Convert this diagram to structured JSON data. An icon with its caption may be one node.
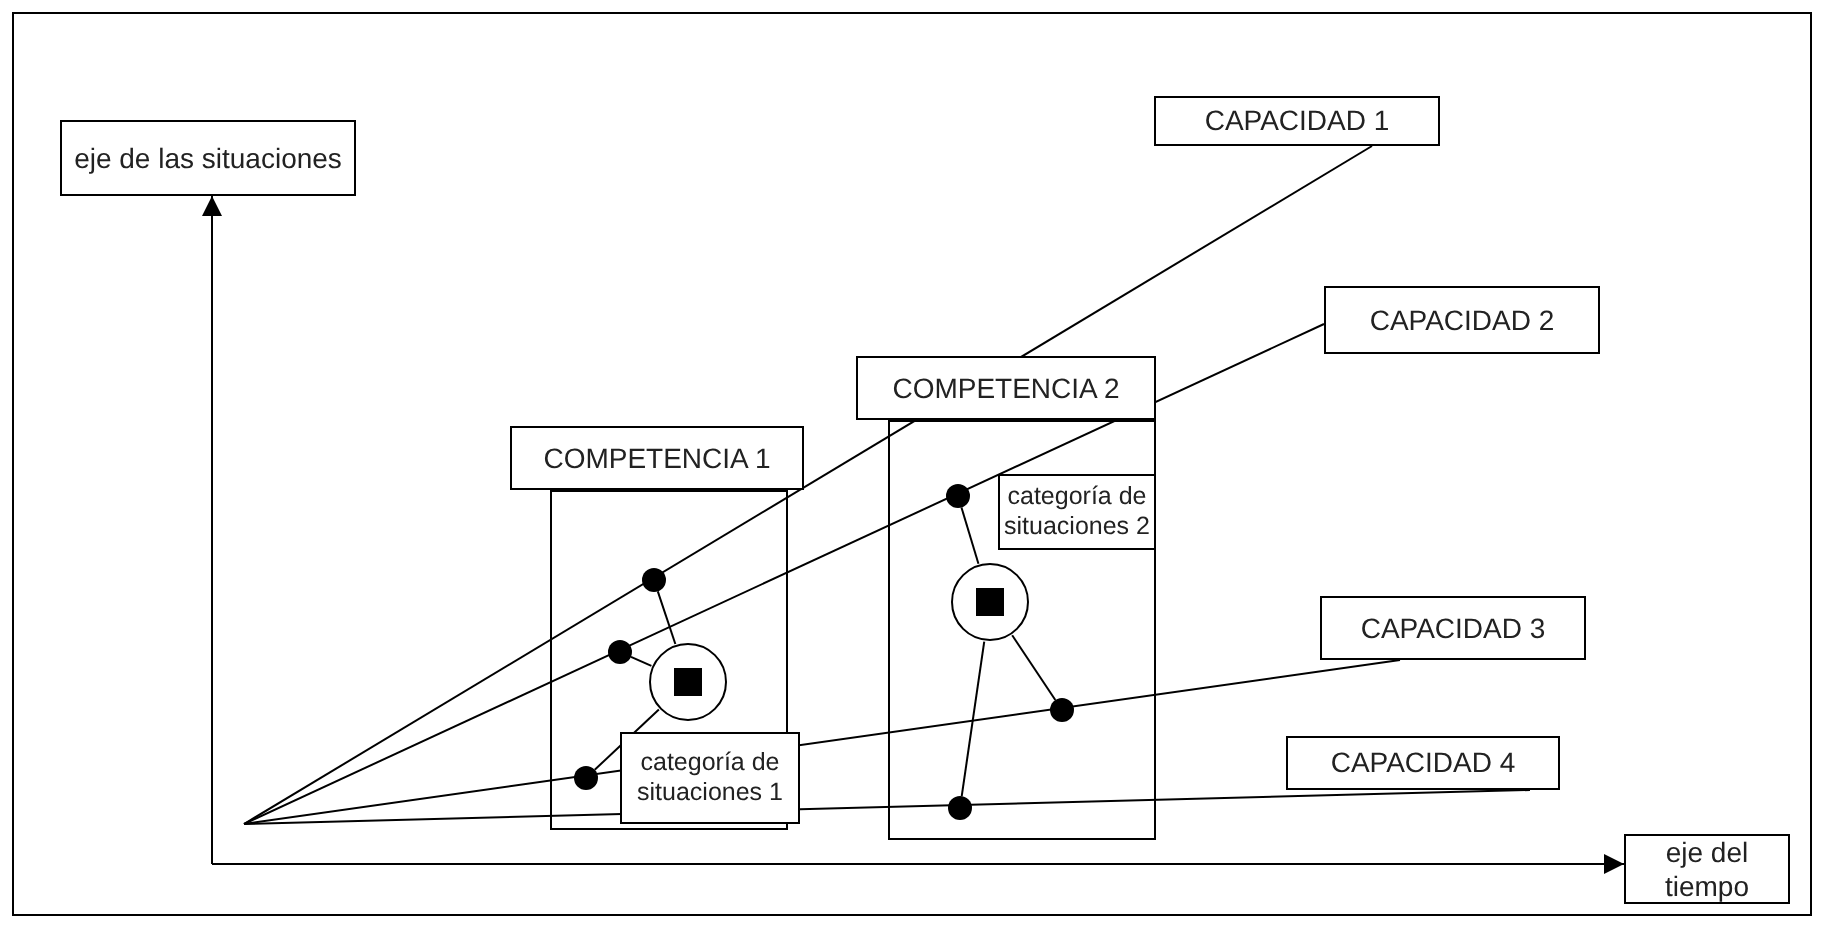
{
  "diagram": {
    "nodes": [
      {
        "text": [
          "eje de las situaciones"
        ]
      },
      {
        "text": [
          "CAPACIDAD 1"
        ]
      },
      {
        "text": [
          "CAPACIDAD 2"
        ]
      },
      {
        "text": [
          "COMPETENCIA 2"
        ]
      },
      {
        "text": [],
        "shape": "box"
      },
      {
        "text": [
          "COMPETENCIA 1"
        ]
      },
      {
        "text": [],
        "shape": "box"
      },
      {
        "text": [],
        "shape": "circle",
        "in": 4
      },
      {
        "text": [
          "categoría de situaciones 2"
        ],
        "in": 4
      },
      {
        "text": [],
        "shape": "circle",
        "in": 4
      },
      {
        "text": [],
        "shape": "circle",
        "in": 6
      },
      {
        "text": [
          "CAPACIDAD 3"
        ]
      },
      {
        "text": [],
        "shape": "circle",
        "in": 6
      },
      {
        "text": [],
        "shape": "circle",
        "in": 6
      },
      {
        "text": [],
        "shape": "circle",
        "in": 4
      },
      {
        "text": [
          "categoría de situaciones 1"
        ]
      },
      {
        "text": [
          "CAPACIDAD 4"
        ]
      },
      {
        "text": [],
        "shape": "circle",
        "in": 6
      },
      {
        "text": [],
        "shape": "circle",
        "in": 4
      },
      {
        "text": [
          "eje del tiempo"
        ]
      }
    ],
    "edges": [
      {
        "from": null,
        "to": 0,
        "arrow": "to"
      },
      {
        "from": null,
        "to": 19,
        "arrow": "to"
      },
      {
        "from": null,
        "to": 1,
        "arrow": "none"
      },
      {
        "from": null,
        "to": 2,
        "arrow": "none"
      },
      {
        "from": null,
        "to": 11,
        "arrow": "none"
      },
      {
        "from": null,
        "to": 16,
        "arrow": "none"
      },
      {
        "from": 13,
        "to": 10,
        "arrow": "none"
      },
      {
        "from": 13,
        "to": 12,
        "arrow": "none"
      },
      {
        "from": 13,
        "to": 17,
        "arrow": "none"
      },
      {
        "from": 9,
        "to": 7,
        "arrow": "none"
      },
      {
        "from": 9,
        "to": 14,
        "arrow": "none"
      },
      {
        "from": 9,
        "to": 18,
        "arrow": "none"
      }
    ]
  }
}
